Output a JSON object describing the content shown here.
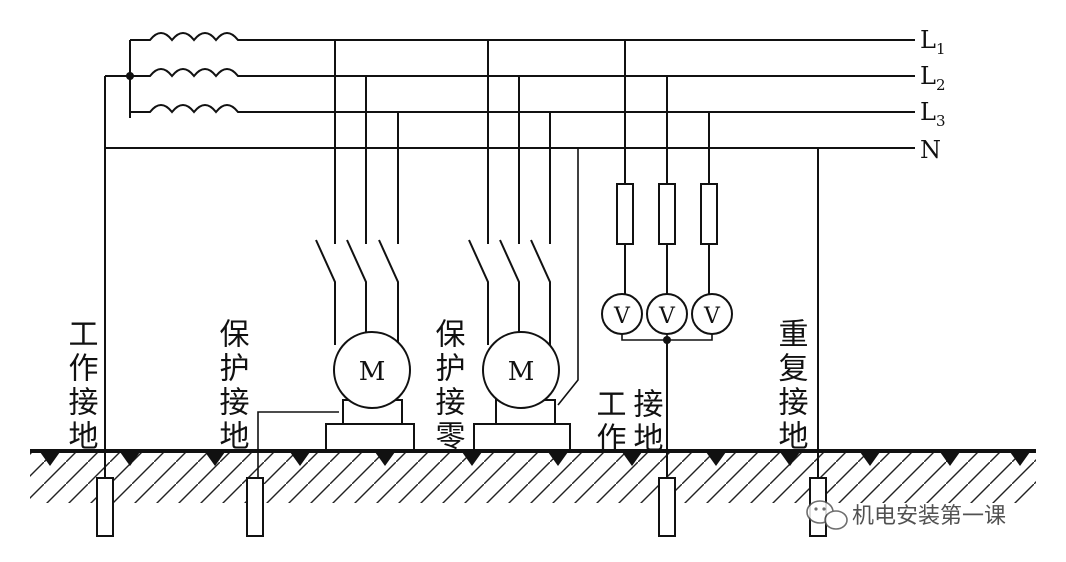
{
  "lines": {
    "l1": {
      "letter": "L",
      "sub": "1"
    },
    "l2": {
      "letter": "L",
      "sub": "2"
    },
    "l3": {
      "letter": "L",
      "sub": "3"
    },
    "n": {
      "letter": "N"
    }
  },
  "motor_label": "M",
  "meter_label": "V",
  "labels": {
    "work_ground_left": "工作接地",
    "protective_ground": "保护接地",
    "protective_neutral": "保护接零",
    "work_ground_right_a": "工作",
    "work_ground_right_b": "接地",
    "repeat_ground": "重复接地"
  },
  "watermark": "机电安装第一课"
}
